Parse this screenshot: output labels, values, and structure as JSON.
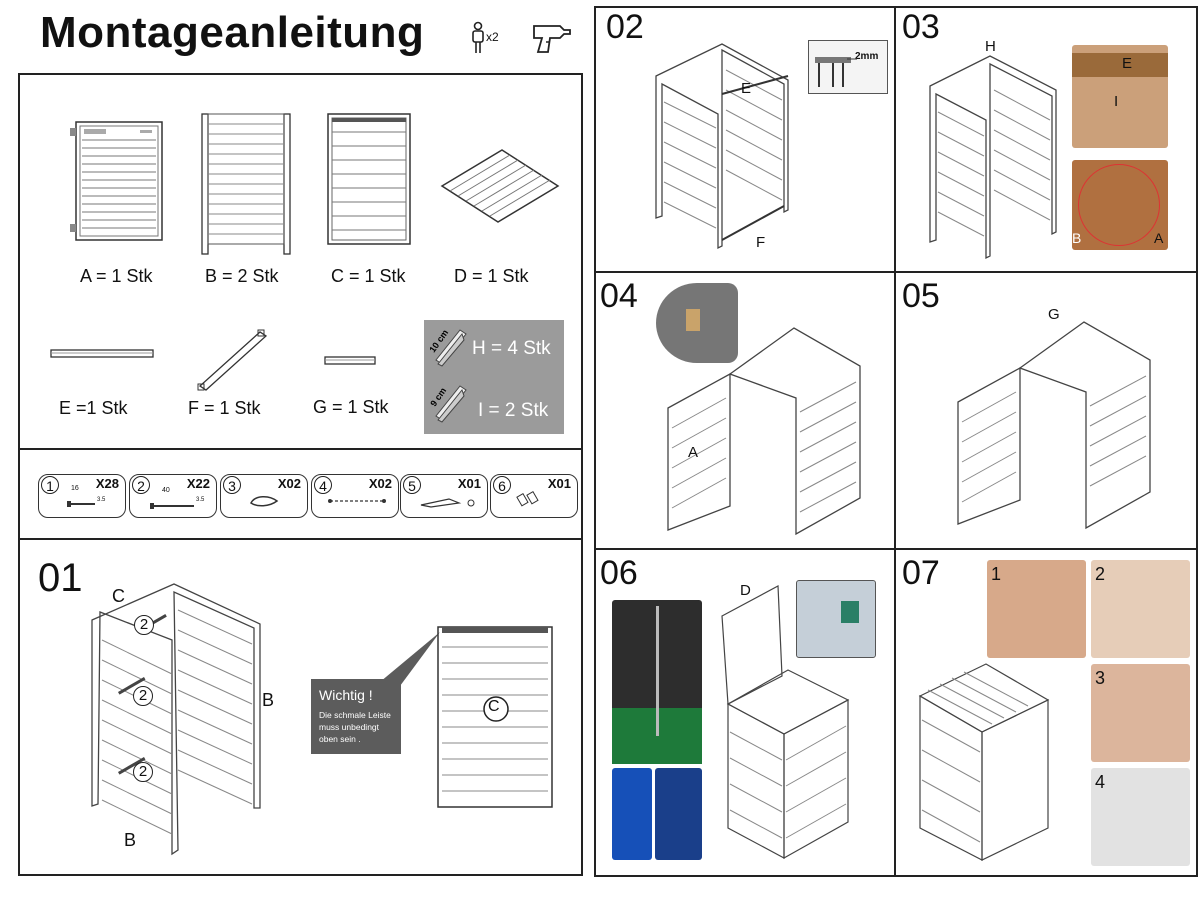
{
  "title": "Montageanleitung",
  "tools": {
    "persons": "x2"
  },
  "parts": [
    {
      "text": "A = 1 Stk"
    },
    {
      "text": "B = 2 Stk"
    },
    {
      "text": "C = 1 Stk"
    },
    {
      "text": "D = 1 Stk"
    },
    {
      "text": "E =1 Stk"
    },
    {
      "text": "F = 1 Stk"
    },
    {
      "text": "G = 1 Stk"
    }
  ],
  "brackets": {
    "h": {
      "size": "10 cm",
      "text": "H = 4 Stk"
    },
    "i": {
      "size": "9 cm",
      "text": "I = 2 Stk"
    }
  },
  "hardware": [
    {
      "num": "1",
      "count": "X28",
      "dim1": "16",
      "dim2": "3.5"
    },
    {
      "num": "2",
      "count": "X22",
      "dim1": "40",
      "dim2": "3.5"
    },
    {
      "num": "3",
      "count": "X02"
    },
    {
      "num": "4",
      "count": "X02"
    },
    {
      "num": "5",
      "count": "X01"
    },
    {
      "num": "6",
      "count": "X01"
    }
  ],
  "steps": {
    "s01": {
      "num": "01",
      "labels": {
        "c": "C",
        "b1": "B",
        "b2": "B",
        "c2": "C"
      },
      "callouts": [
        "2",
        "2",
        "2"
      ]
    },
    "s02": {
      "num": "02",
      "labels": {
        "e": "E",
        "f": "F"
      },
      "detail": "2mm"
    },
    "s03": {
      "num": "03",
      "labels": {
        "h": "H",
        "e": "E",
        "i": "I",
        "b": "B",
        "a": "A"
      }
    },
    "s04": {
      "num": "04",
      "labels": {
        "a": "A"
      }
    },
    "s05": {
      "num": "05",
      "labels": {
        "g": "G"
      }
    },
    "s06": {
      "num": "06",
      "labels": {
        "d": "D"
      }
    },
    "s07": {
      "num": "07",
      "photos": [
        "1",
        "2",
        "3",
        "4"
      ]
    }
  },
  "notice": {
    "heading": "Wichtig !",
    "lines": [
      "Die schmale Leiste",
      "muss unbedingt",
      "oben sein ."
    ]
  }
}
